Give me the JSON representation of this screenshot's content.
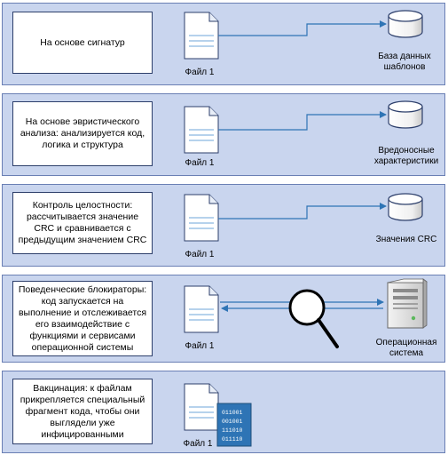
{
  "rows": [
    {
      "desc": "На основе сигнатур",
      "file_label": "Файл 1",
      "target_label": "База данных шаблонов"
    },
    {
      "desc": "На основе эвристического анализа: анализируется код, логика и структура",
      "file_label": "Файл 1",
      "target_label": "Вредоносные характеристики"
    },
    {
      "desc": "Контроль целостности: рассчитывается значение CRC и сравнивается с предыдущим значением CRC",
      "file_label": "Файл 1",
      "target_label": "Значения CRC"
    },
    {
      "desc": "Поведенческие блокираторы: код запускается на выполнение и отслеживается его взаимодействие с функциями и сервисами операционной системы",
      "file_label": "Файл 1",
      "target_label": "Операционная система"
    },
    {
      "desc": "Вакцинация: к файлам прикрепляется специальный фрагмент кода, чтобы они выглядели уже инфицированными",
      "file_label": "Файл 1"
    }
  ],
  "binary_lines": [
    "011001",
    "001001",
    "111010",
    "011110"
  ],
  "colors": {
    "band": "#c9d5ee",
    "band_border": "#6a7fb4",
    "arrow": "#2e74b5",
    "doc_line": "#9dc3e6"
  }
}
